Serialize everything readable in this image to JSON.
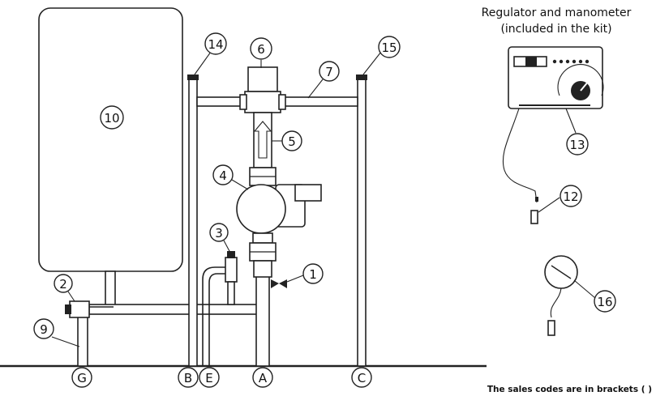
{
  "caption": {
    "line1": "Regulator and manometer",
    "line2": "(included in the kit)"
  },
  "footnote": "The sales codes are in brackets ( )",
  "callouts": {
    "c1": "1",
    "c2": "2",
    "c3": "3",
    "c4": "4",
    "c5": "5",
    "c6": "6",
    "c7": "7",
    "c9": "9",
    "c10": "10",
    "c12": "12",
    "c13": "13",
    "c14": "14",
    "c15": "15",
    "c16": "16"
  },
  "connections": {
    "g": "G",
    "b": "B",
    "e": "E",
    "a": "A",
    "c": "C"
  }
}
